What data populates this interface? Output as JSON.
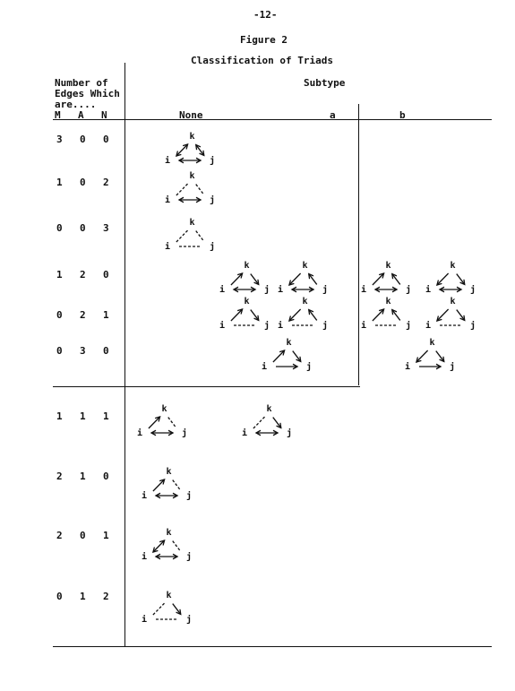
{
  "page_number": "-12-",
  "figure_label": "Figure 2",
  "figure_title": "Classification of Triads",
  "header": {
    "edges_line1": "Number of",
    "edges_line2": "Edges Which",
    "edges_line3": "are....",
    "col_m": "M",
    "col_a": "A",
    "col_n": "N",
    "subtype": "Subtype",
    "none": "None",
    "sub_a": "a",
    "sub_b": "b"
  },
  "rows": [
    {
      "m": "3",
      "a": "0",
      "n": "0"
    },
    {
      "m": "1",
      "a": "0",
      "n": "2"
    },
    {
      "m": "0",
      "a": "0",
      "n": "3"
    },
    {
      "m": "1",
      "a": "2",
      "n": "0"
    },
    {
      "m": "0",
      "a": "2",
      "n": "1"
    },
    {
      "m": "0",
      "a": "3",
      "n": "0"
    },
    {
      "m": "1",
      "a": "1",
      "n": "1"
    },
    {
      "m": "2",
      "a": "1",
      "n": "0"
    },
    {
      "m": "2",
      "a": "0",
      "n": "1"
    },
    {
      "m": "0",
      "a": "1",
      "n": "2"
    }
  ],
  "vertex_labels": {
    "i": "i",
    "j": "j",
    "k": "k"
  },
  "triads": [
    {
      "ij": "mutual",
      "ik": "mutual",
      "kj": "mutual"
    },
    {
      "ij": "mutual",
      "ik": "null",
      "kj": "null"
    },
    {
      "ij": "null",
      "ik": "null",
      "kj": "null"
    },
    {
      "ij": "mutual",
      "ik": "i_to_k",
      "kj": "k_to_j"
    },
    {
      "ij": "mutual",
      "ik": "k_to_i",
      "kj": "j_to_k"
    },
    {
      "ij": "mutual",
      "ik": "i_to_k",
      "kj": "j_to_k"
    },
    {
      "ij": "mutual",
      "ik": "k_to_i",
      "kj": "k_to_j"
    },
    {
      "ij": "null",
      "ik": "i_to_k",
      "kj": "k_to_j"
    },
    {
      "ij": "null",
      "ik": "k_to_i",
      "kj": "j_to_k"
    },
    {
      "ij": "null",
      "ik": "i_to_k",
      "kj": "j_to_k"
    },
    {
      "ij": "null",
      "ik": "k_to_i",
      "kj": "k_to_j"
    },
    {
      "ij": "i_to_j",
      "ik": "i_to_k",
      "kj": "k_to_j"
    },
    {
      "ij": "i_to_j",
      "ik": "k_to_i",
      "kj": "k_to_j"
    },
    {
      "ij": "mutual",
      "ik": "i_to_k",
      "kj": "null"
    },
    {
      "ij": "mutual",
      "ik": "null",
      "kj": "k_to_j"
    },
    {
      "ij": "mutual",
      "ik": "i_to_k",
      "kj": "null"
    },
    {
      "ij": "mutual",
      "ik": "mutual",
      "kj": "null"
    },
    {
      "ij": "null",
      "ik": "null",
      "kj": "k_to_j"
    }
  ]
}
